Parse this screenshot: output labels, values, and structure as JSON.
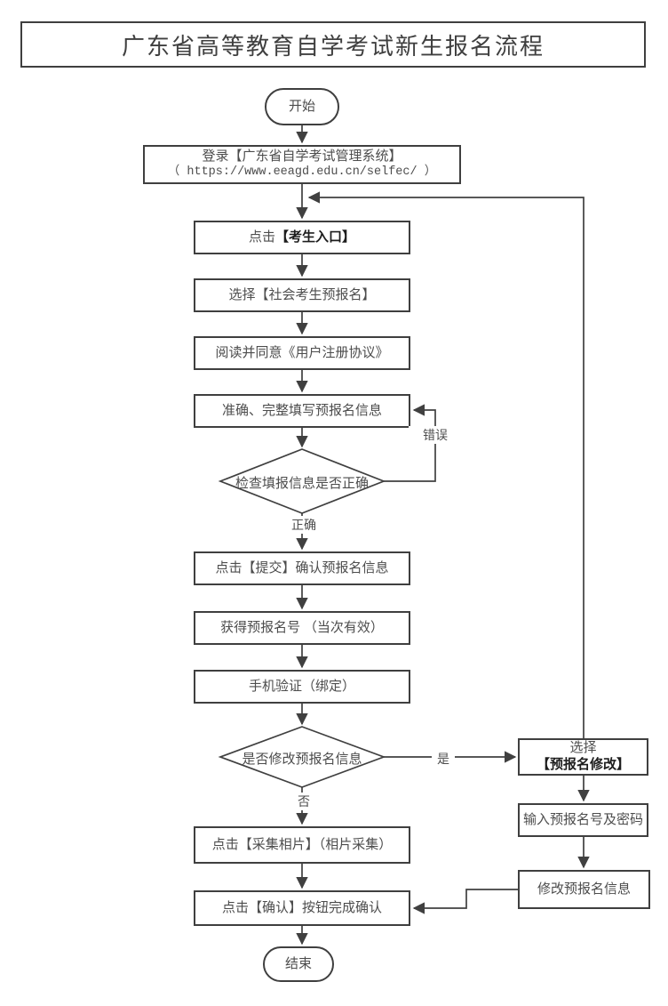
{
  "title": "广东省高等教育自学考试新生报名流程",
  "nodes": {
    "start": {
      "label": "开始"
    },
    "login": {
      "line1": "登录【广东省自学考试管理系统】",
      "line2": "（ https://www.eeagd.edu.cn/selfec/ ）"
    },
    "entry": {
      "prefix": "点击",
      "strong": "【考生入口】"
    },
    "preselect": {
      "label": "选择【社会考生预报名】"
    },
    "agreement": {
      "label": "阅读并同意《用户注册协议》"
    },
    "fill": {
      "label": "准确、完整填写预报名信息"
    },
    "check": {
      "label": "检查填报信息是否正确"
    },
    "submit": {
      "label": "点击【提交】确认预报名信息"
    },
    "getnum": {
      "label": "获得预报名号 （当次有效）"
    },
    "phone": {
      "label": "手机验证（绑定）"
    },
    "modify_q": {
      "label": "是否修改预报名信息"
    },
    "modify_select": {
      "line1": "选择",
      "strong": "【预报名修改】"
    },
    "input_pw": {
      "label": "输入预报名号及密码"
    },
    "modify_info": {
      "label": "修改预报名信息"
    },
    "photo": {
      "label": "点击【采集相片】（相片采集）"
    },
    "confirm": {
      "label": "点击【确认】按钮完成确认"
    },
    "end": {
      "label": "结束"
    }
  },
  "edge_labels": {
    "correct": "正确",
    "error": "错误",
    "yes": "是",
    "no": "否"
  },
  "colors": {
    "line": "#404040",
    "text": "#4d4d4d",
    "strong_text": "#1d1d1d",
    "background": "#ffffff"
  }
}
